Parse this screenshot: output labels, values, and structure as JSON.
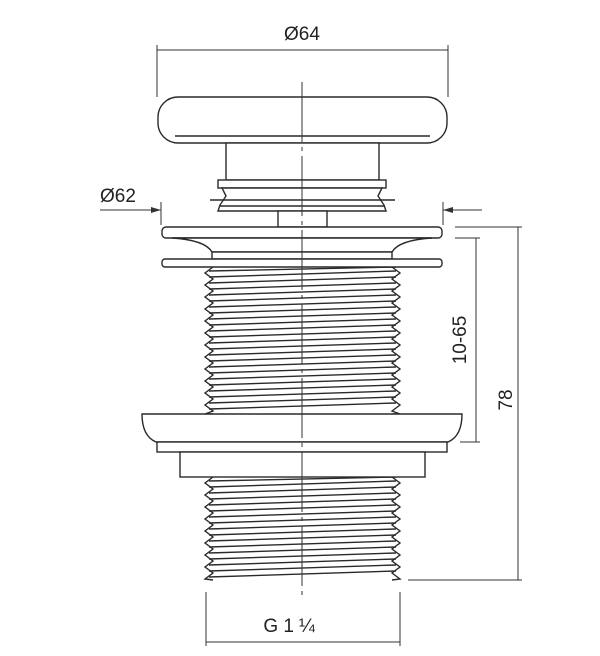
{
  "drawing": {
    "title": "Pop-up waste drawing",
    "dimensions": {
      "cap_diameter": "Ø64",
      "flange_diameter": "Ø62",
      "clamp_range": "10-65",
      "total_height": "78",
      "thread_size_main": "G 1",
      "thread_size_fraction": "¼"
    }
  }
}
